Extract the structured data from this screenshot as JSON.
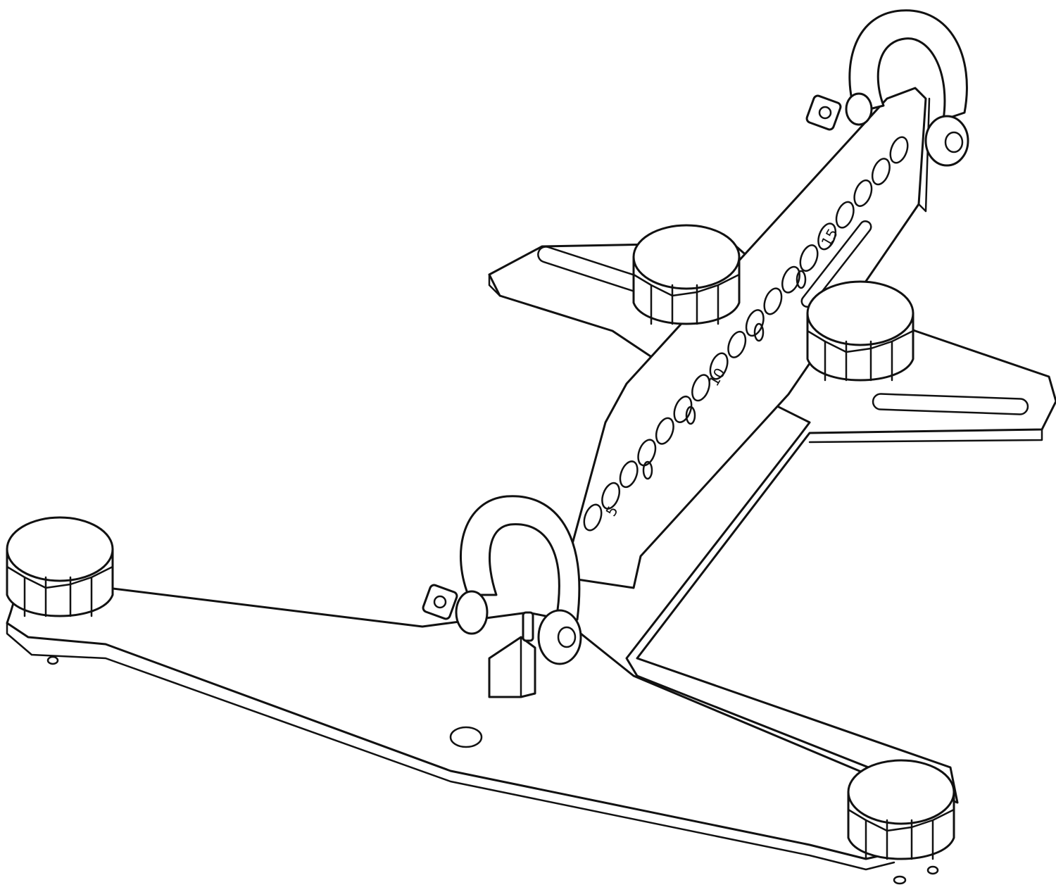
{
  "figure": {
    "scale_labels": [
      "5",
      "10",
      "15"
    ]
  },
  "parts": {
    "base_frame": "base-frame",
    "rear_plate": "rear-plate",
    "adjustment_bar": "adjustment-bar",
    "knobs": [
      "knob-front-left",
      "knob-front-right",
      "knob-rear-left",
      "knob-rear-right"
    ],
    "shackles": [
      "shackle-top",
      "shackle-bottom"
    ]
  },
  "colors": {
    "line": "#111111",
    "background": "#ffffff"
  }
}
